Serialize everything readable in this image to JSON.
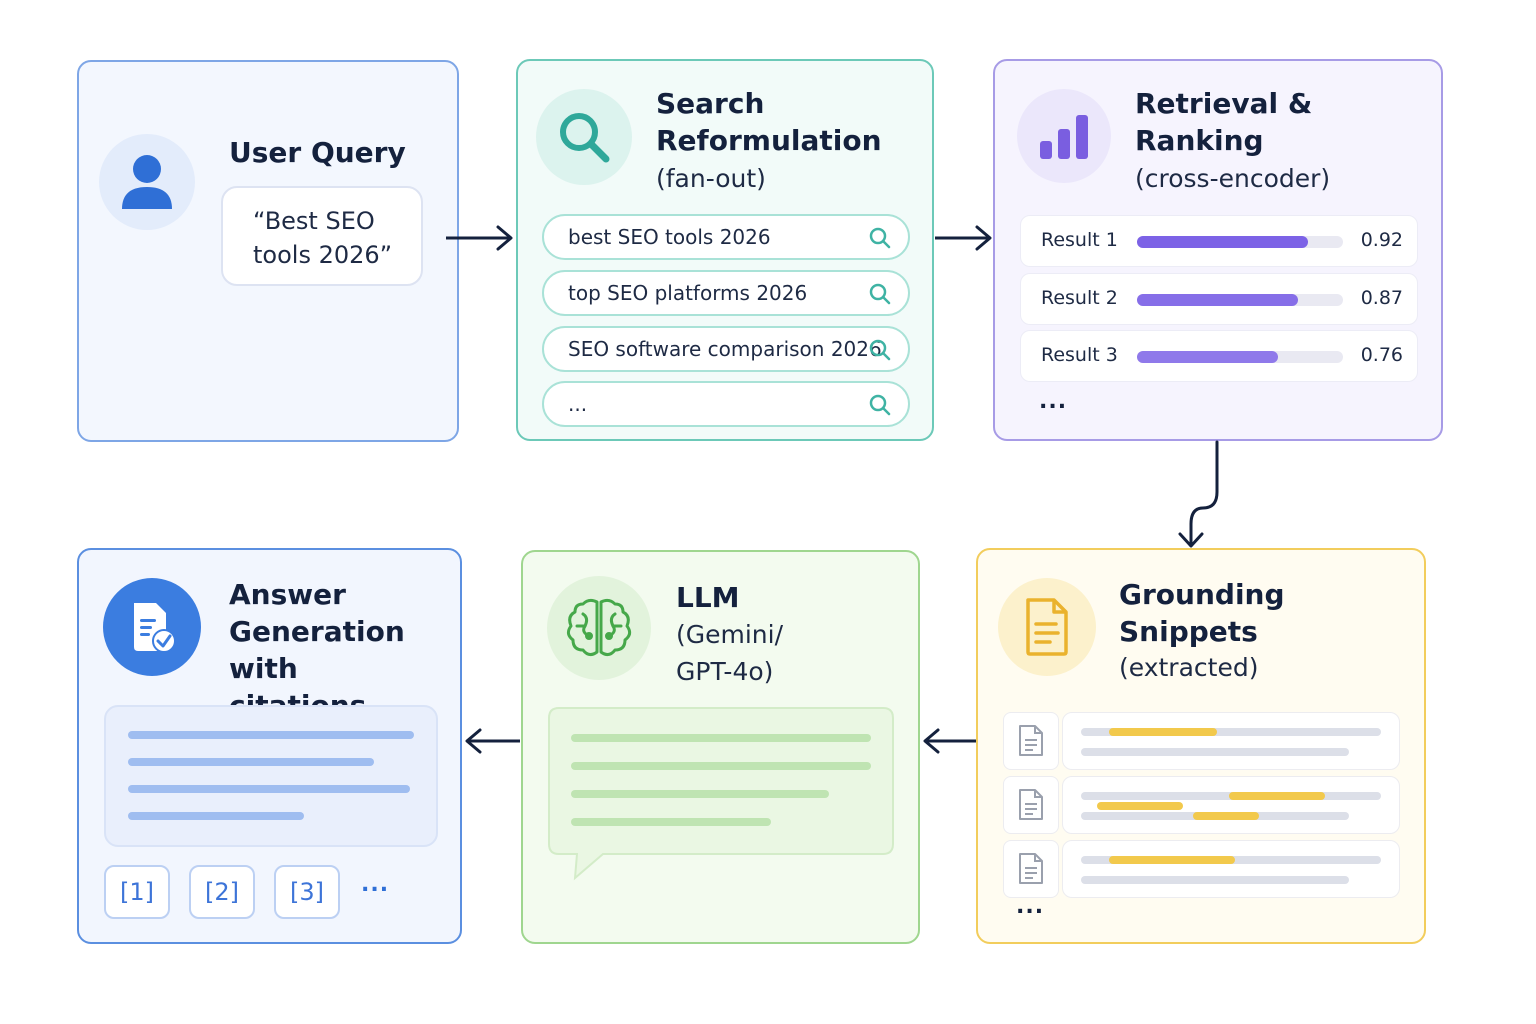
{
  "colors": {
    "blue": "#2f6fd6",
    "teal": "#2fa89a",
    "purple": "#7a5ee0",
    "green": "#46a84a",
    "yellow": "#f2c94c",
    "navy": "#14213d"
  },
  "user_query": {
    "title": "User Query",
    "icon": "user-icon",
    "query_text": "“Best SEO tools 2026”"
  },
  "reformulation": {
    "title": "Search Reformulation",
    "subtitle": "(fan-out)",
    "icon": "search-icon",
    "queries": [
      {
        "text": "best SEO tools 2026"
      },
      {
        "text": "top SEO platforms 2026"
      },
      {
        "text": "SEO software comparison 2026"
      },
      {
        "text": "..."
      }
    ]
  },
  "ranking": {
    "title": "Retrieval & Ranking",
    "subtitle": "(cross-encoder)",
    "icon": "bar-chart-icon",
    "results": [
      {
        "label": "Result 1",
        "score": "0.92",
        "level": 0.92
      },
      {
        "label": "Result 2",
        "score": "0.87",
        "level": 0.87
      },
      {
        "label": "Result 3",
        "score": "0.76",
        "level": 0.76
      }
    ],
    "more": "..."
  },
  "grounding": {
    "title": "Grounding Snippets",
    "subtitle": "(extracted)",
    "icon": "document-icon",
    "more": "..."
  },
  "llm": {
    "title": "LLM",
    "subtitle": "(Gemini/ GPT-4o)",
    "icon": "brain-icon"
  },
  "answer": {
    "title": "Answer Generation with citations",
    "icon": "document-check-icon",
    "citations": [
      "[1]",
      "[2]",
      "[3]"
    ],
    "more": "..."
  }
}
